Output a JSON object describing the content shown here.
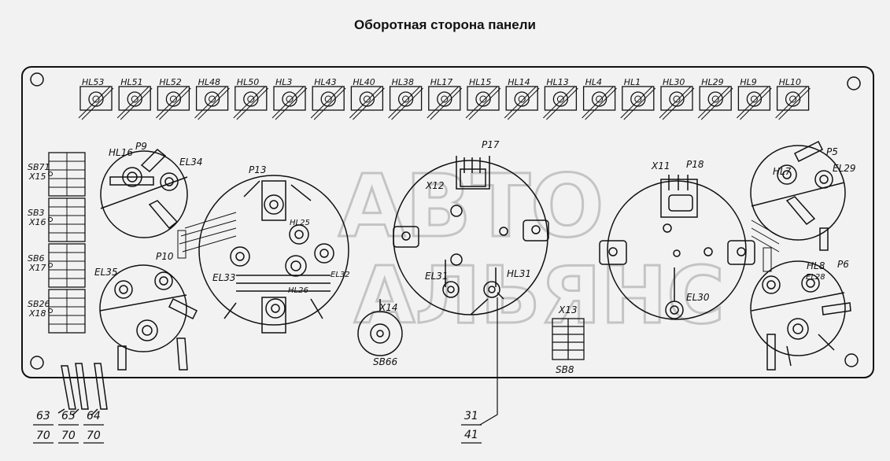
{
  "title": "Оборотная сторона панели",
  "watermark": {
    "line1": "АВТО",
    "line2": "АЛЬЯНС"
  },
  "top_lamps": [
    "HL53",
    "HL51",
    "HL52",
    "HL48",
    "HL50",
    "HL3",
    "HL43",
    "HL40",
    "HL38",
    "HL17",
    "HL15",
    "HL14",
    "HL13",
    "HL4",
    "HL1",
    "HL30",
    "HL29",
    "HL9",
    "HL10"
  ],
  "switch_groups": [
    {
      "name": "SB71",
      "conn": "X15"
    },
    {
      "name": "SB3",
      "conn": "X16"
    },
    {
      "name": "SB6",
      "conn": "X17"
    },
    {
      "name": "SB26",
      "conn": "X18"
    }
  ],
  "components": {
    "hl16": "HL16",
    "p9": "P9",
    "el34": "EL34",
    "el35": "EL35",
    "p10": "P10",
    "p13": "P13",
    "hl25": "HL25",
    "el33": "EL33",
    "el32": "EL32",
    "hl26": "HL26",
    "p17": "P17",
    "x12": "X12",
    "el31": "EL31",
    "hl31": "HL31",
    "x14": "X14",
    "sb66": "SB66",
    "x11": "X11",
    "p18": "P18",
    "el30": "EL30",
    "x13": "X13",
    "sb8": "SB8",
    "hl7": "HL7",
    "p5": "P5",
    "el29": "EL29",
    "hl8": "HL8",
    "p6": "P6",
    "el28": "EL28"
  },
  "callouts": [
    {
      "top": "63",
      "bottom": "70"
    },
    {
      "top": "65",
      "bottom": "70"
    },
    {
      "top": "64",
      "bottom": "70"
    },
    {
      "top": "31",
      "bottom": "41"
    }
  ],
  "colors": {
    "ink": "#111111",
    "paper": "#f2f2f2",
    "watermark": "#bdbdbd"
  }
}
